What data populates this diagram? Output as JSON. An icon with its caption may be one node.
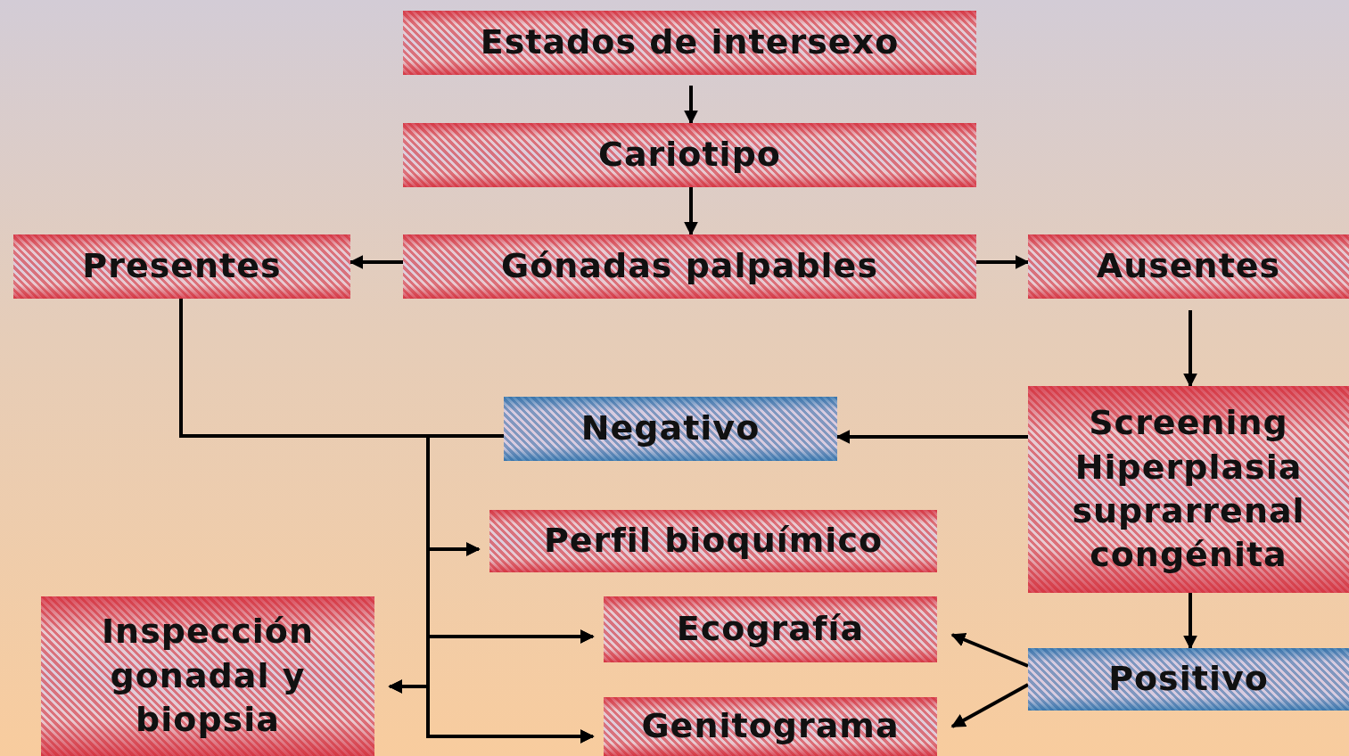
{
  "diagram": {
    "nodes": [
      {
        "text": [
          "Estados de intersexo"
        ]
      },
      {
        "text": [
          "Cariotipo"
        ]
      },
      {
        "text": [
          "Gónadas palpables"
        ]
      },
      {
        "text": [
          "Presentes"
        ]
      },
      {
        "text": [
          "Ausentes"
        ]
      },
      {
        "text": [
          "Negativo"
        ]
      },
      {
        "text": [
          "Screening Hiperplasia suprarrenal congénita"
        ]
      },
      {
        "text": [
          "Perfil bioquímico"
        ]
      },
      {
        "text": [
          "Inspección gonadal y biopsia"
        ]
      },
      {
        "text": [
          "Ecografía"
        ]
      },
      {
        "text": [
          "Positivo"
        ]
      },
      {
        "text": [
          "Genitograma"
        ]
      }
    ],
    "edges": [
      {
        "from": 0,
        "to": 1,
        "arrow": "to"
      },
      {
        "from": 1,
        "to": 2,
        "arrow": "to"
      },
      {
        "from": 2,
        "to": 3,
        "arrow": "to"
      },
      {
        "from": 2,
        "to": 4,
        "arrow": "to"
      },
      {
        "from": 4,
        "to": 6,
        "arrow": "to"
      },
      {
        "from": 6,
        "to": 5,
        "arrow": "to"
      },
      {
        "from": 6,
        "to": 10,
        "arrow": "to"
      },
      {
        "from": 10,
        "to": 9,
        "arrow": "to"
      },
      {
        "from": 10,
        "to": 11,
        "arrow": "to"
      },
      {
        "from": 3,
        "to": 7,
        "arrow": "to"
      },
      {
        "from": 3,
        "to": 9,
        "arrow": "to"
      },
      {
        "from": 3,
        "to": 11,
        "arrow": "to"
      },
      {
        "from": 3,
        "to": 8,
        "arrow": "to"
      },
      {
        "from": 5,
        "to": 7,
        "arrow": "to"
      },
      {
        "from": 5,
        "to": 9,
        "arrow": "to"
      },
      {
        "from": 5,
        "to": 11,
        "arrow": "to"
      },
      {
        "from": 5,
        "to": 8,
        "arrow": "to"
      }
    ]
  }
}
